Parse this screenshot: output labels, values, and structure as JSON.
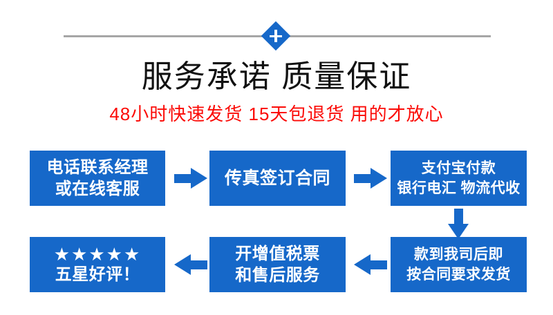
{
  "header": {
    "divider_icon": "plus-diamond-icon",
    "title": "服务承诺 质量保证",
    "subtitle": "48小时快速发货  15天包退货 用的才放心"
  },
  "colors": {
    "brand_blue": "#1668c9",
    "subtitle_red": "#fb0a06",
    "divider_gray": "#a6a6a6",
    "box_text": "#ffffff",
    "title_black": "#111111"
  },
  "flow": {
    "steps": [
      {
        "id": "step-1",
        "lines": [
          "电话联系经理",
          "或在线客服"
        ]
      },
      {
        "id": "step-2",
        "lines": [
          "传真签订合同"
        ]
      },
      {
        "id": "step-3",
        "lines": [
          "支付宝付款",
          "银行电汇 物流代收"
        ]
      },
      {
        "id": "step-4",
        "lines": [
          "款到我司后即",
          "按合同要求发货"
        ]
      },
      {
        "id": "step-5",
        "lines": [
          "开增值税票",
          "和售后服务"
        ]
      },
      {
        "id": "step-6",
        "stars": "★★★★★",
        "star_count": 5,
        "lines": [
          "五星好评！"
        ]
      }
    ],
    "arrows": [
      {
        "id": "arrow-1",
        "direction": "right",
        "icon": "arrow-right-icon"
      },
      {
        "id": "arrow-2",
        "direction": "right",
        "icon": "arrow-right-icon"
      },
      {
        "id": "arrow-3",
        "direction": "down",
        "icon": "arrow-down-icon"
      },
      {
        "id": "arrow-4",
        "direction": "left",
        "icon": "arrow-left-icon"
      },
      {
        "id": "arrow-5",
        "direction": "left",
        "icon": "arrow-left-icon"
      }
    ]
  }
}
